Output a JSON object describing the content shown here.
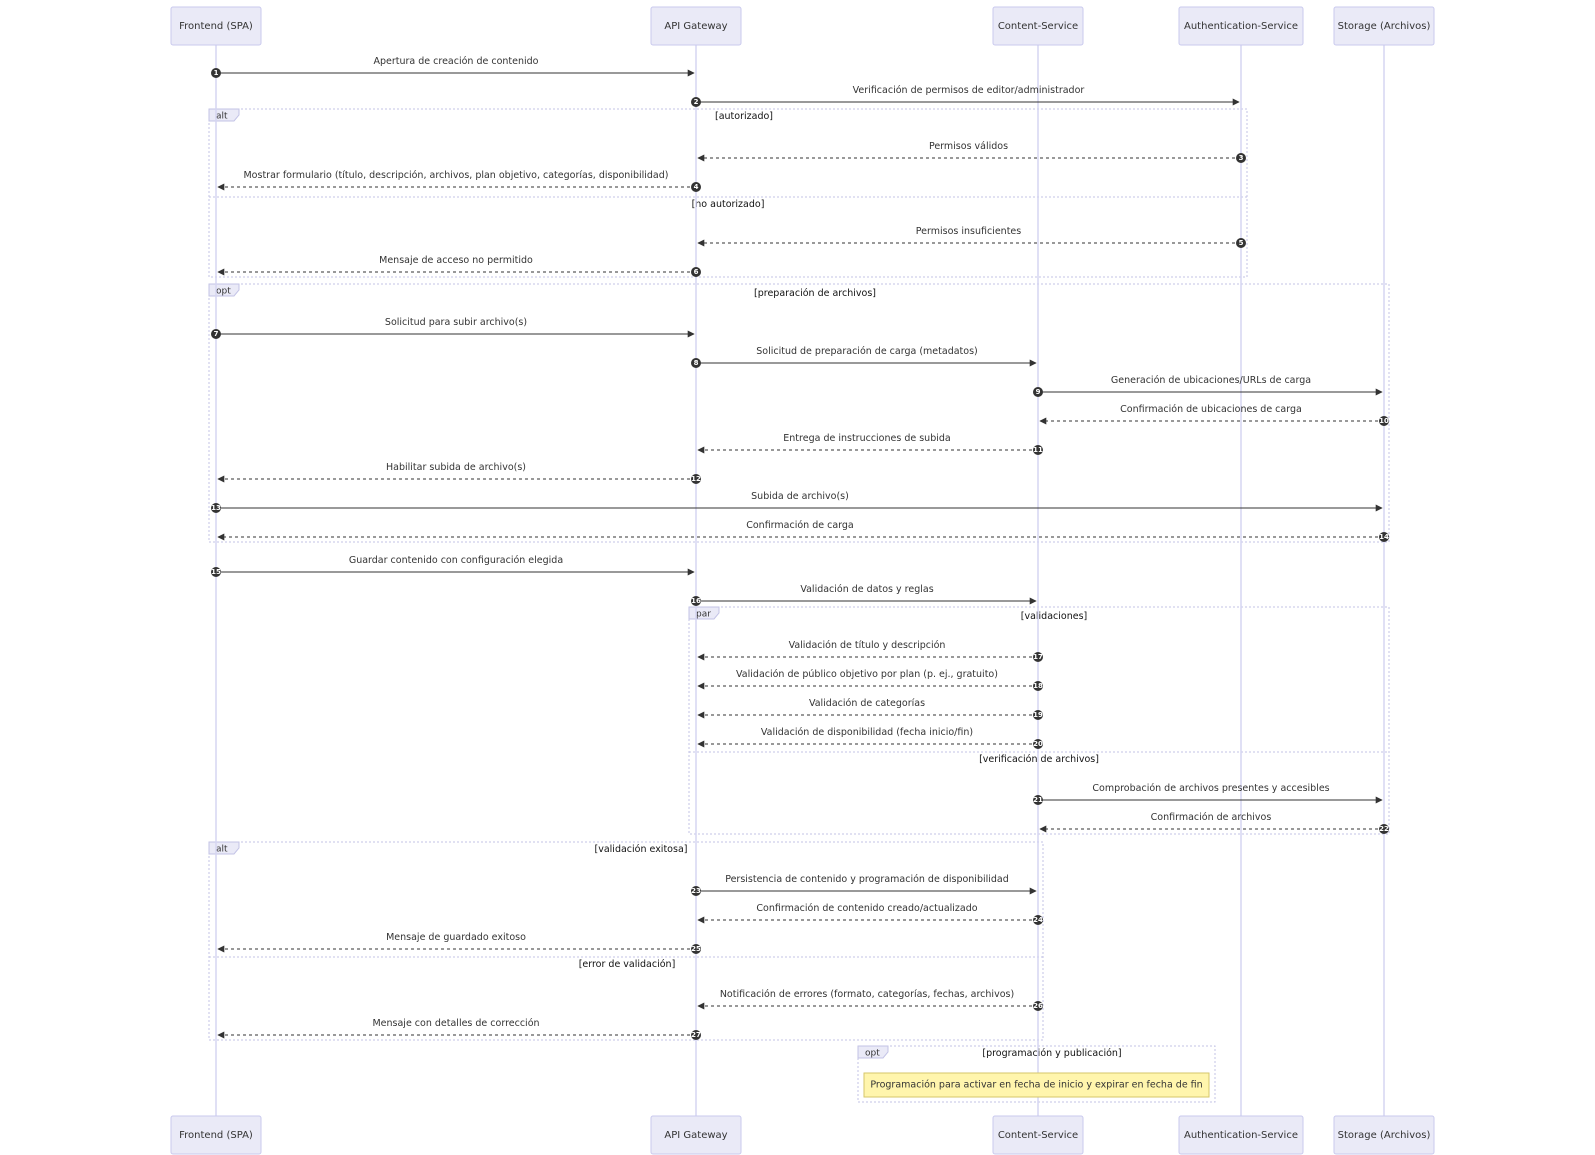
{
  "participants": [
    {
      "id": "FE",
      "label": "Frontend (SPA)"
    },
    {
      "id": "GW",
      "label": "API Gateway"
    },
    {
      "id": "CS",
      "label": "Content-Service"
    },
    {
      "id": "AS",
      "label": "Authentication-Service"
    },
    {
      "id": "ST",
      "label": "Storage (Archivos)"
    }
  ],
  "messages": [
    {
      "n": "1",
      "from": "FE",
      "to": "GW",
      "dashed": false,
      "text": "Apertura de creación de contenido"
    },
    {
      "n": "2",
      "from": "GW",
      "to": "AS",
      "dashed": false,
      "text": "Verificación de permisos de editor/administrador"
    },
    {
      "n": "3",
      "from": "AS",
      "to": "GW",
      "dashed": true,
      "text": "Permisos válidos"
    },
    {
      "n": "4",
      "from": "GW",
      "to": "FE",
      "dashed": true,
      "text": "Mostrar formulario (título, descripción, archivos, plan objetivo, categorías, disponibilidad)"
    },
    {
      "n": "5",
      "from": "AS",
      "to": "GW",
      "dashed": true,
      "text": "Permisos insuficientes"
    },
    {
      "n": "6",
      "from": "GW",
      "to": "FE",
      "dashed": true,
      "text": "Mensaje de acceso no permitido"
    },
    {
      "n": "7",
      "from": "FE",
      "to": "GW",
      "dashed": false,
      "text": "Solicitud para subir archivo(s)"
    },
    {
      "n": "8",
      "from": "GW",
      "to": "CS",
      "dashed": false,
      "text": "Solicitud de preparación de carga (metadatos)"
    },
    {
      "n": "9",
      "from": "CS",
      "to": "ST",
      "dashed": false,
      "text": "Generación de ubicaciones/URLs de carga"
    },
    {
      "n": "10",
      "from": "ST",
      "to": "CS",
      "dashed": true,
      "text": "Confirmación de ubicaciones de carga"
    },
    {
      "n": "11",
      "from": "CS",
      "to": "GW",
      "dashed": true,
      "text": "Entrega de instrucciones de subida"
    },
    {
      "n": "12",
      "from": "GW",
      "to": "FE",
      "dashed": true,
      "text": "Habilitar subida de archivo(s)"
    },
    {
      "n": "13",
      "from": "FE",
      "to": "ST",
      "dashed": false,
      "text": "Subida de archivo(s)"
    },
    {
      "n": "14",
      "from": "ST",
      "to": "FE",
      "dashed": true,
      "text": "Confirmación de carga"
    },
    {
      "n": "15",
      "from": "FE",
      "to": "GW",
      "dashed": false,
      "text": "Guardar contenido con configuración elegida"
    },
    {
      "n": "16",
      "from": "GW",
      "to": "CS",
      "dashed": false,
      "text": "Validación de datos y reglas"
    },
    {
      "n": "17",
      "from": "CS",
      "to": "GW",
      "dashed": true,
      "text": "Validación de título y descripción"
    },
    {
      "n": "18",
      "from": "CS",
      "to": "GW",
      "dashed": true,
      "text": "Validación de público objetivo por plan (p. ej., gratuito)"
    },
    {
      "n": "19",
      "from": "CS",
      "to": "GW",
      "dashed": true,
      "text": "Validación de categorías"
    },
    {
      "n": "20",
      "from": "CS",
      "to": "GW",
      "dashed": true,
      "text": "Validación de disponibilidad (fecha inicio/fin)"
    },
    {
      "n": "21",
      "from": "CS",
      "to": "ST",
      "dashed": false,
      "text": "Comprobación de archivos presentes y accesibles"
    },
    {
      "n": "22",
      "from": "ST",
      "to": "CS",
      "dashed": true,
      "text": "Confirmación de archivos"
    },
    {
      "n": "23",
      "from": "GW",
      "to": "CS",
      "dashed": false,
      "text": "Persistencia de contenido y programación de disponibilidad"
    },
    {
      "n": "24",
      "from": "CS",
      "to": "GW",
      "dashed": true,
      "text": "Confirmación de contenido creado/actualizado"
    },
    {
      "n": "25",
      "from": "GW",
      "to": "FE",
      "dashed": true,
      "text": "Mensaje de guardado exitoso"
    },
    {
      "n": "26",
      "from": "CS",
      "to": "GW",
      "dashed": true,
      "text": "Notificación de errores (formato, categorías, fechas, archivos)"
    },
    {
      "n": "27",
      "from": "GW",
      "to": "FE",
      "dashed": true,
      "text": "Mensaje con detalles de corrección"
    }
  ],
  "fragments": [
    {
      "kind": "alt",
      "conditions": [
        "[autorizado]",
        "[no autorizado]"
      ]
    },
    {
      "kind": "opt",
      "conditions": [
        "[preparación de archivos]"
      ]
    },
    {
      "kind": "par",
      "conditions": [
        "[validaciones]",
        "[verificación de archivos]"
      ]
    },
    {
      "kind": "alt",
      "conditions": [
        "[validación exitosa]",
        "[error de validación]"
      ]
    },
    {
      "kind": "opt",
      "conditions": [
        "[programación y publicación]"
      ]
    }
  ],
  "note": {
    "text": "Programación para activar en fecha de inicio y expirar en fecha de fin"
  }
}
